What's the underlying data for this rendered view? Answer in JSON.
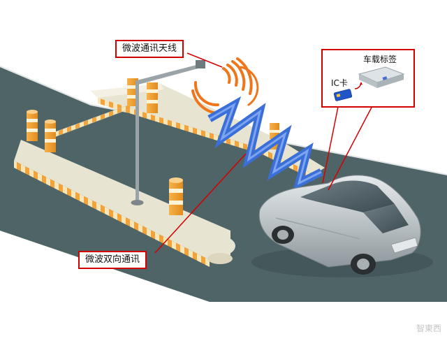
{
  "callouts": {
    "antenna": "微波通讯天线",
    "two_way": "微波双向通讯"
  },
  "tag_panel": {
    "vehicle_tag": "车载标签",
    "ic_card": "IC卡"
  },
  "watermark": "智東西",
  "colors": {
    "road": "#4f6466",
    "platform": "#e8e4d2",
    "stripe_orange": "#f2a33c",
    "signal_orange": "#f0761c",
    "wave_blue": "#3a6fd8",
    "callout_red": "#d40000",
    "car": "#c4c9cc"
  }
}
